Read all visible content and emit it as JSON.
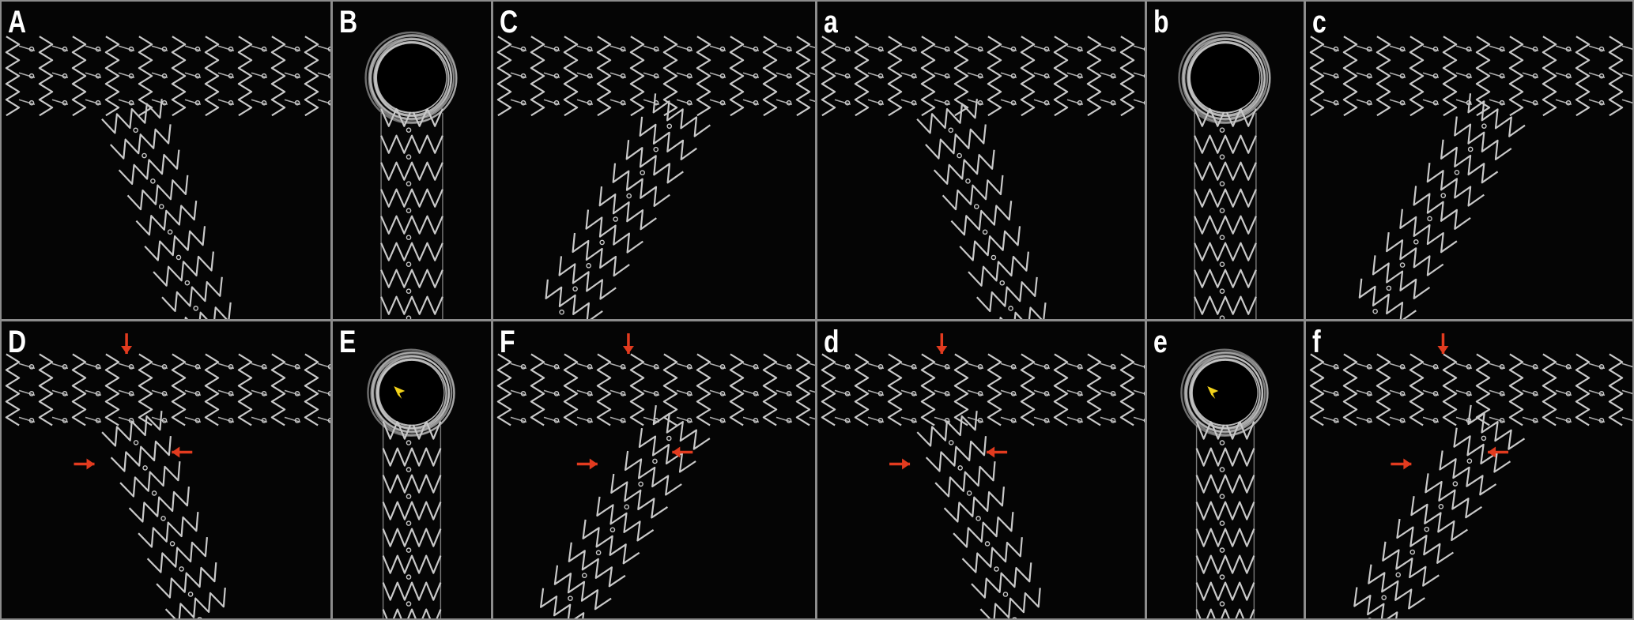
{
  "figure": {
    "stent_color": "#c9c9c9",
    "arrow_color": "#e23b1f",
    "arrowhead_color": "#f2d21a",
    "background_color": "#050505",
    "divider_color": "#8c8c8c",
    "rows": [
      {
        "panels": [
          {
            "label": "A",
            "view": "side",
            "branch": "right-lean",
            "red_arrows": 0,
            "yellow_arrowhead": false
          },
          {
            "label": "B",
            "view": "end-on",
            "branch": "down",
            "red_arrows": 0,
            "yellow_arrowhead": false
          },
          {
            "label": "C",
            "view": "side",
            "branch": "left-lean",
            "red_arrows": 0,
            "yellow_arrowhead": false
          },
          {
            "label": "a",
            "view": "side",
            "branch": "right-lean",
            "red_arrows": 0,
            "yellow_arrowhead": false
          },
          {
            "label": "b",
            "view": "end-on",
            "branch": "down",
            "red_arrows": 0,
            "yellow_arrowhead": false
          },
          {
            "label": "c",
            "view": "side",
            "branch": "left-lean",
            "red_arrows": 0,
            "yellow_arrowhead": false
          }
        ]
      },
      {
        "panels": [
          {
            "label": "D",
            "view": "side",
            "branch": "right-lean",
            "red_arrows": 3,
            "yellow_arrowhead": false
          },
          {
            "label": "E",
            "view": "end-on",
            "branch": "down",
            "red_arrows": 0,
            "yellow_arrowhead": true
          },
          {
            "label": "F",
            "view": "side",
            "branch": "left-lean",
            "red_arrows": 3,
            "yellow_arrowhead": false
          },
          {
            "label": "d",
            "view": "side",
            "branch": "right-lean",
            "red_arrows": 3,
            "yellow_arrowhead": false
          },
          {
            "label": "e",
            "view": "end-on",
            "branch": "down",
            "red_arrows": 0,
            "yellow_arrowhead": true
          },
          {
            "label": "f",
            "view": "side",
            "branch": "left-lean",
            "red_arrows": 3,
            "yellow_arrowhead": false
          }
        ]
      }
    ]
  }
}
